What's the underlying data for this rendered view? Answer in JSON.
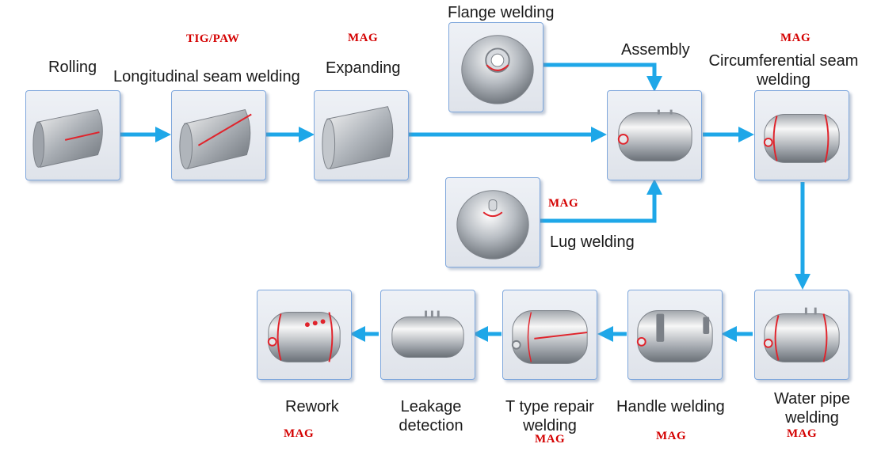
{
  "steps": {
    "rolling": "Rolling",
    "longitudinal": "Longitudinal seam welding",
    "expanding": "Expanding",
    "flange": "Flange welding",
    "assembly": "Assembly",
    "circumferential_line1": "Circumferential seam",
    "circumferential_line2": "welding",
    "lug": "Lug welding",
    "water_pipe_line1": "Water pipe",
    "water_pipe_line2": "welding",
    "handle": "Handle welding",
    "t_repair_line1": "T type repair",
    "t_repair_line2": "welding",
    "leakage_line1": "Leakage",
    "leakage_line2": "detection",
    "rework": "Rework"
  },
  "processes": {
    "longitudinal": "TIG/PAW",
    "expanding": "MAG",
    "circumferential": "MAG",
    "lug": "MAG",
    "water_pipe": "MAG",
    "handle": "MAG",
    "t_repair": "MAG",
    "rework": "MAG"
  },
  "colors": {
    "arrow": "#1ea7e8",
    "process_text": "#d40000",
    "box_border": "#7fa7dc",
    "weld_seam": "#e0242c"
  }
}
